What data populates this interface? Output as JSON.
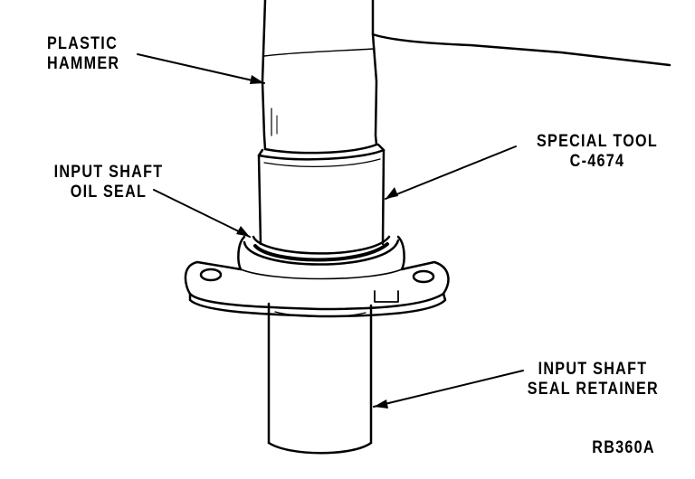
{
  "labels": {
    "plastic_hammer": [
      "PLASTIC",
      "HAMMER"
    ],
    "special_tool": [
      "SPECIAL TOOL",
      "C-4674"
    ],
    "input_shaft_oil_seal": [
      "INPUT SHAFT",
      "OIL SEAL"
    ],
    "input_shaft_seal_retainer": [
      "INPUT SHAFT",
      "SEAL RETAINER"
    ],
    "figure_code": "RB360A"
  },
  "colors": {
    "ink": "#000000",
    "paper": "#ffffff"
  }
}
